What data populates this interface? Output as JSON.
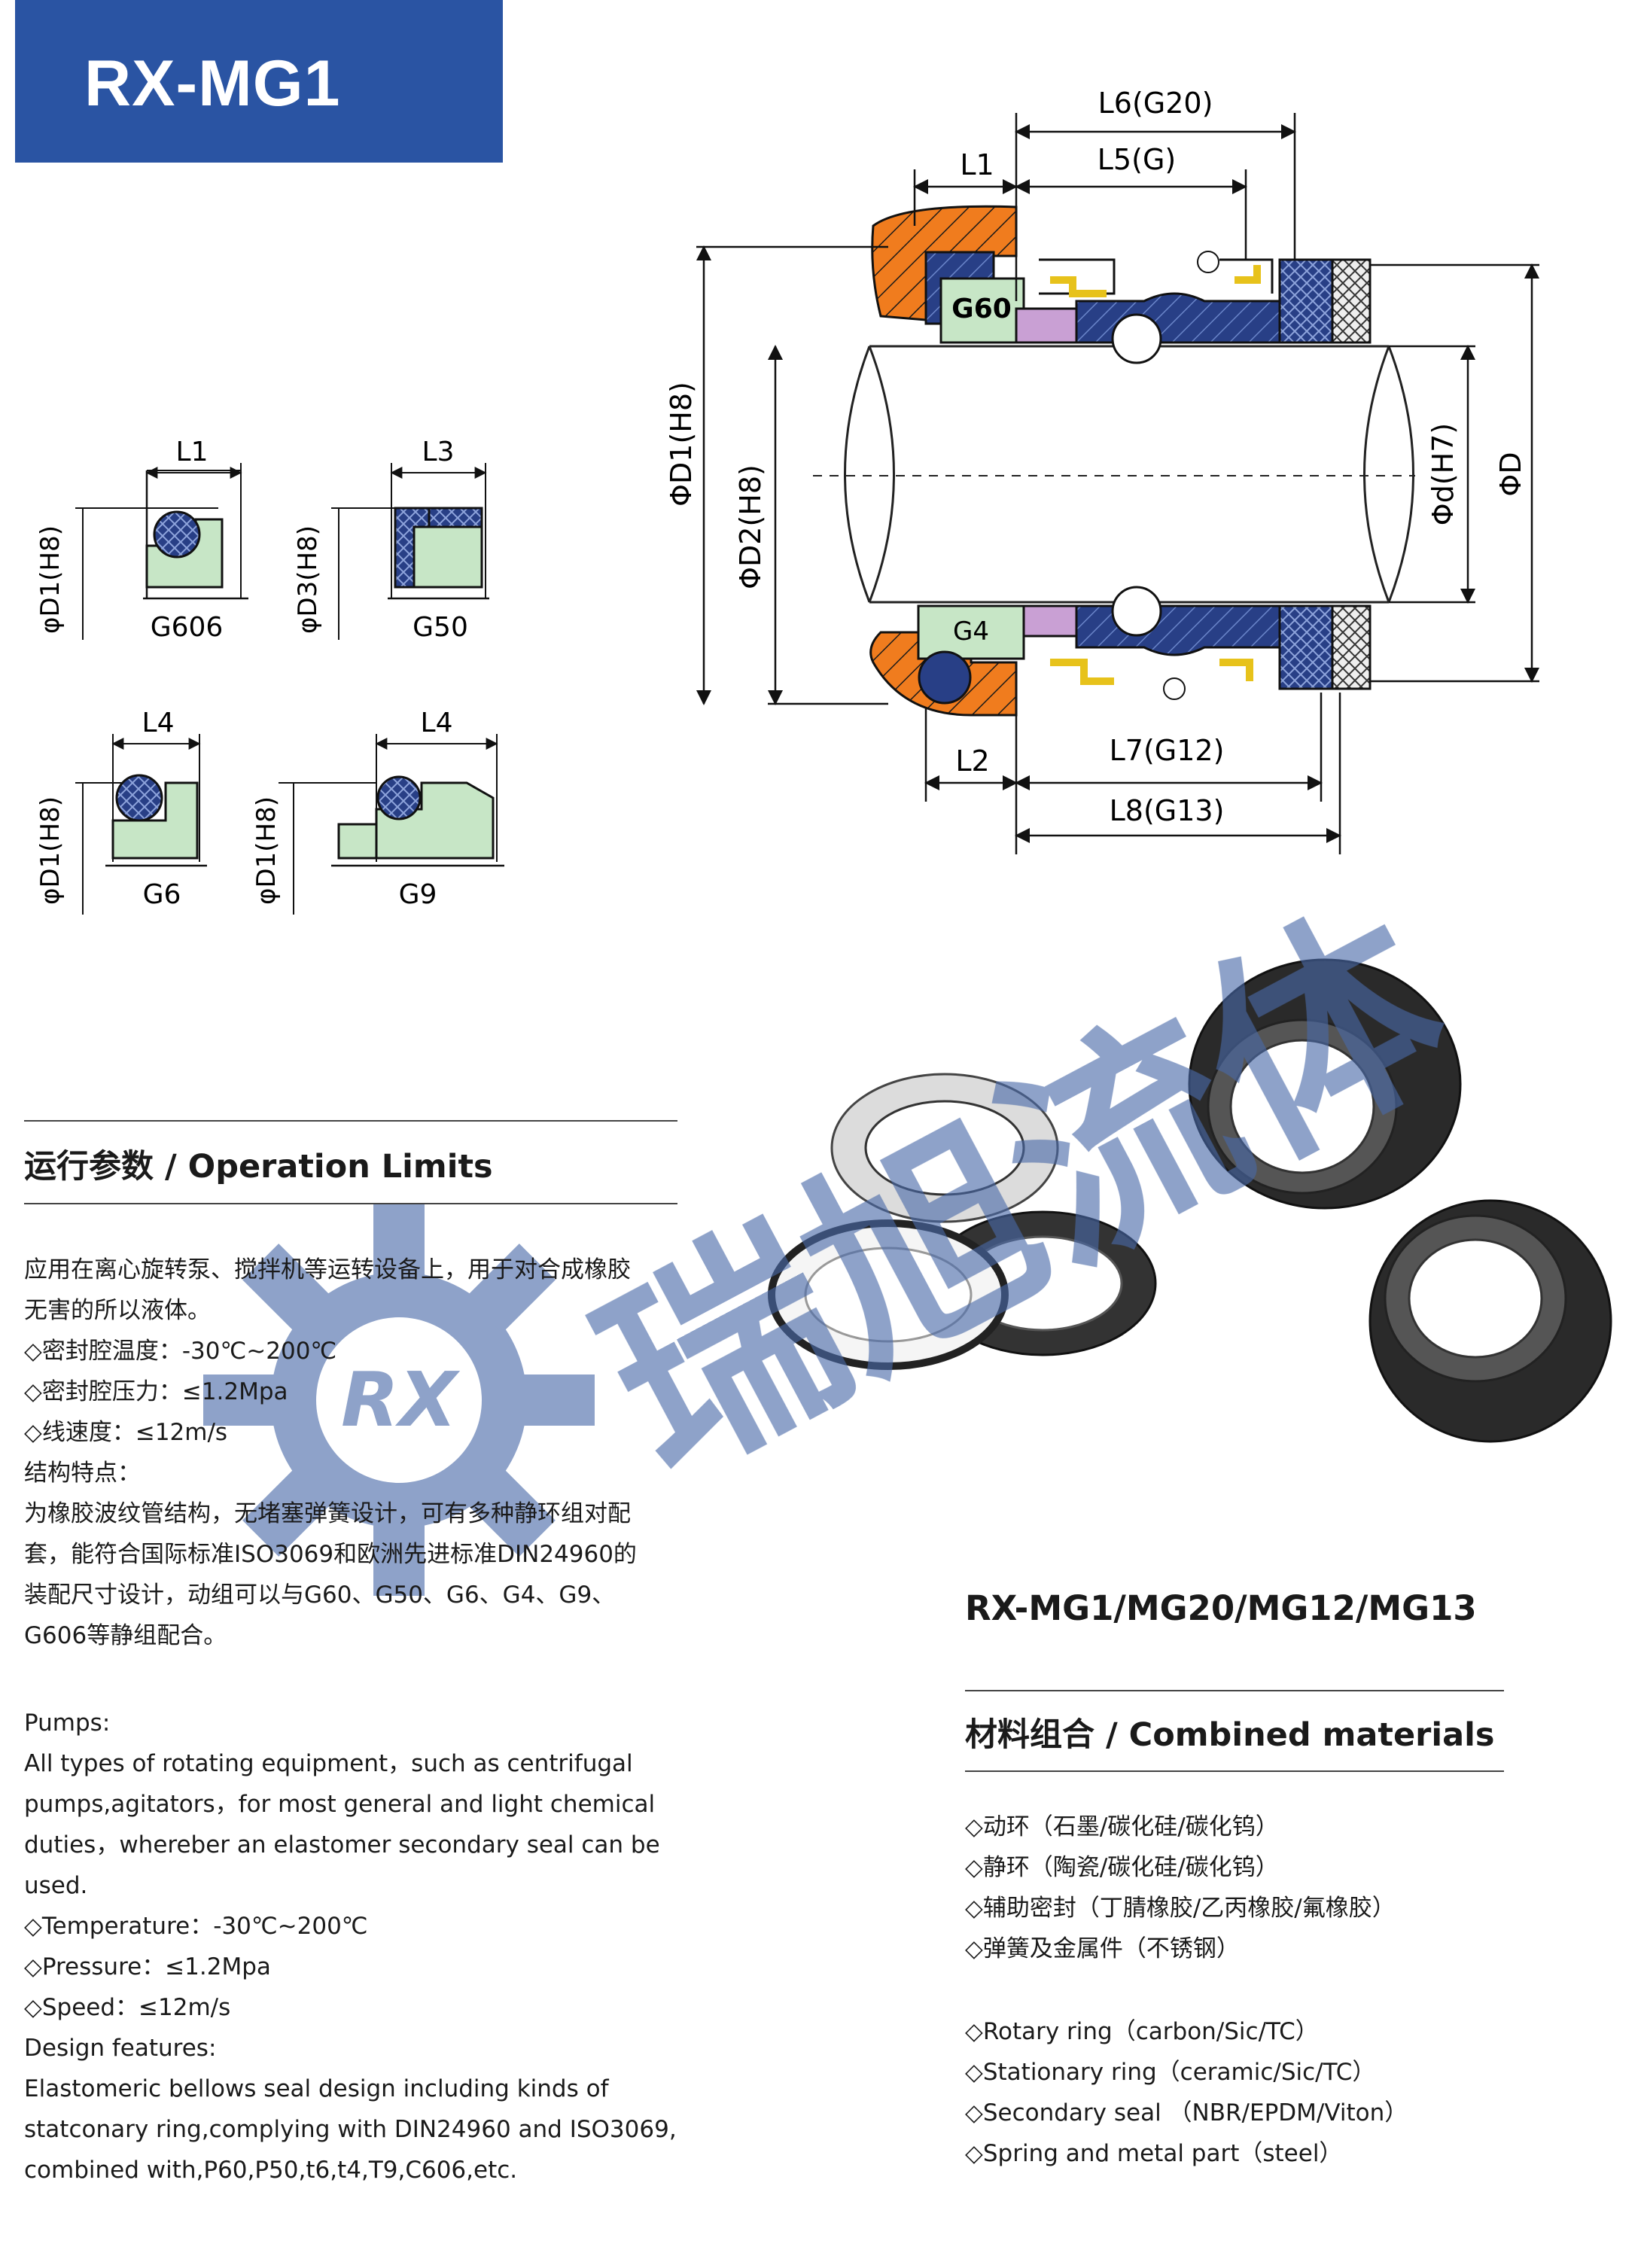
{
  "header": {
    "title": "RX-MG1"
  },
  "drawing": {
    "dims_top": [
      "L6(G20)",
      "L5(G)",
      "L1"
    ],
    "dims_bottom": [
      "L2",
      "L7(G12)",
      "L8(G13)"
    ],
    "dims_left": [
      "ΦD1(H8)",
      "ΦD2(H8)"
    ],
    "dims_right": [
      "Φd(H7)",
      "ΦD"
    ],
    "seat_labels": [
      "G60",
      "G4"
    ],
    "variants": [
      {
        "name": "G606",
        "dim": "L1",
        "dia": "φD1(H8)"
      },
      {
        "name": "G50",
        "dim": "L3",
        "dia": "φD3(H8)"
      },
      {
        "name": "G6",
        "dim": "L4",
        "dia": "φD1(H8)"
      },
      {
        "name": "G9",
        "dim": "L4",
        "dia": "φD1(H8)"
      }
    ]
  },
  "watermark": {
    "mark": "RX",
    "text": "瑞旭流体"
  },
  "operation": {
    "heading": "运行参数 / Operation Limits",
    "zh_lines": [
      "应用在离心旋转泵、搅拌机等运转设备上，用于对合成橡胶",
      "无害的所以液体。",
      "◇密封腔温度：-30℃~200℃",
      "◇密封腔压力：≤1.2Mpa",
      "◇线速度：≤12m/s",
      "结构特点：",
      "为橡胶波纹管结构，无堵塞弹簧设计，可有多种静环组对配",
      "套，能符合国际标准ISO3069和欧洲先进标准DIN24960的",
      "装配尺寸设计，动组可以与G60、G50、G6、G4、G9、",
      "G606等静组配合。"
    ],
    "en_lines": [
      "Pumps:",
      "All types of rotating equipment，such as centrifugal",
      "pumps,agitators，for most general and light chemical",
      "duties，whereber an elastomer secondary seal can be",
      "used.",
      "◇Temperature：-30℃~200℃",
      "◇Pressure：≤1.2Mpa",
      "◇Speed：≤12m/s",
      "Design features:",
      "Elastomeric bellows seal design including kinds of",
      "statconary ring,complying with DIN24960 and ISO3069,",
      "combined with,P60,P50,t6,t4,T9,C606,etc."
    ]
  },
  "models": {
    "heading": "RX-MG1/MG20/MG12/MG13"
  },
  "materials": {
    "heading": "材料组合 / Combined materials",
    "zh_lines": [
      "◇动环（石墨/碳化硅/碳化钨）",
      "◇静环（陶瓷/碳化硅/碳化钨）",
      "◇辅助密封（丁腈橡胶/乙丙橡胶/氟橡胶）",
      "◇弹簧及金属件（不锈钢）"
    ],
    "en_lines": [
      "◇Rotary ring（carbon/Sic/TC）",
      "◇Stationary ring（ceramic/Sic/TC）",
      "◇Secondary seal （NBR/EPDM/Viton）",
      "◇Spring and metal part（steel）"
    ]
  },
  "colors": {
    "banner": "#2a54a3",
    "seat_green": "#c7e6c6",
    "gland_orange": "#f07c1e",
    "oring_blue": "#283f86",
    "watermark": "#4a6aa8"
  }
}
